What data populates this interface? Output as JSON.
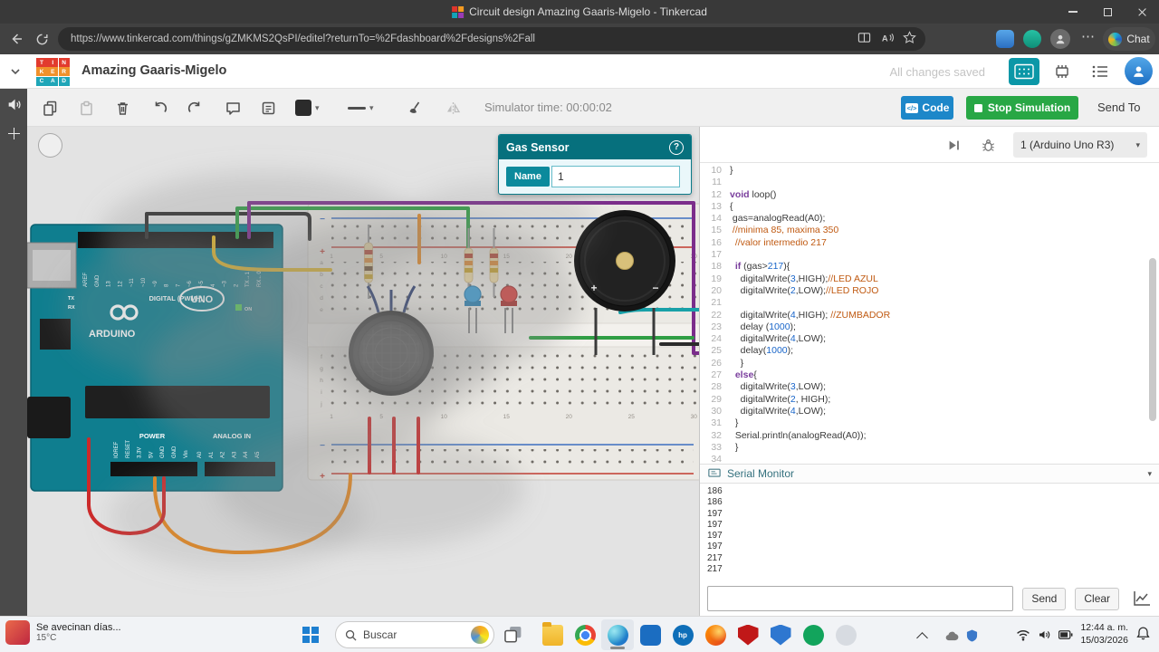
{
  "colors": {
    "accent_teal": "#0B97A7",
    "popup_teal": "#06707D",
    "stop_green": "#28A745",
    "code_blue": "#1D87C9",
    "syntax_keyword": "#7A3E9D",
    "syntax_number": "#1A66C9",
    "syntax_comment": "#C05A12",
    "board_teal": "#0F7E8F"
  },
  "window": {
    "title": "Circuit design Amazing Gaaris-Migelo - Tinkercad"
  },
  "browser": {
    "url": "https://www.tinkercad.com/things/gZMKMS2QsPI/editel?returnTo=%2Fdashboard%2Fdesigns%2Fall",
    "chat_label": "Chat"
  },
  "header": {
    "design_title": "Amazing Gaaris-Migelo",
    "save_status": "All changes saved",
    "logo_rows": [
      [
        "T",
        "I",
        "N"
      ],
      [
        "K",
        "E",
        "R"
      ],
      [
        "C",
        "A",
        "D"
      ]
    ]
  },
  "toolbar": {
    "simulator_time": "Simulator time: 00:00:02",
    "code_label": "Code",
    "code_icon": "</>",
    "stop_label": "Stop Simulation",
    "send_to_label": "Send To"
  },
  "popup": {
    "title": "Gas Sensor",
    "help_label": "?",
    "name_label": "Name",
    "name_value": "1"
  },
  "circuit": {
    "arduino": {
      "digital_label": "DIGITAL (PWM~)",
      "brand": "ARDUINO",
      "model": "UNO",
      "power_label": "POWER",
      "analog_label": "ANALOG IN",
      "on_label": "ON",
      "tx_label": "TX",
      "rx_label": "RX",
      "digital_pins": [
        "AREF",
        "GND",
        "13",
        "12",
        "~11",
        "~10",
        "~9",
        "8",
        "7",
        "~6",
        "~5",
        "4",
        "~3",
        "2",
        "TX→1",
        "RX←0"
      ],
      "power_pins": [
        "IOREF",
        "RESET",
        "3.3V",
        "5V",
        "GND",
        "GND",
        "Vin"
      ],
      "analog_pins": [
        "A0",
        "A1",
        "A2",
        "A3",
        "A4",
        "A5"
      ]
    },
    "breadboard": {
      "column_numbers": [
        "1",
        "5",
        "10",
        "15",
        "20",
        "25",
        "30"
      ],
      "row_letters_top": [
        "a",
        "b",
        "c",
        "d",
        "e"
      ],
      "row_letters_bottom": [
        "f",
        "g",
        "h",
        "i",
        "j"
      ],
      "plus": "+",
      "minus": "−"
    },
    "buzzer": {
      "plus": "+",
      "minus": "−"
    }
  },
  "code_panel": {
    "board_selector": "1 (Arduino Uno R3)",
    "serial_monitor_label": "Serial Monitor",
    "send_label": "Send",
    "clear_label": "Clear",
    "serial_values": [
      "186",
      "186",
      "197",
      "197",
      "197",
      "197",
      "217",
      "217"
    ],
    "lines": [
      {
        "n": "10",
        "t": [
          [
            "p",
            "}"
          ]
        ]
      },
      {
        "n": "11",
        "t": []
      },
      {
        "n": "12",
        "t": [
          [
            "k",
            "void"
          ],
          [
            "p",
            " loop()"
          ]
        ]
      },
      {
        "n": "13",
        "t": [
          [
            "p",
            "{"
          ]
        ]
      },
      {
        "n": "14",
        "t": [
          [
            "p",
            " gas=analogRead(A0);"
          ]
        ]
      },
      {
        "n": "15",
        "t": [
          [
            "c",
            " //minima 85, maxima 350"
          ]
        ]
      },
      {
        "n": "16",
        "t": [
          [
            "c",
            "  //valor intermedio 217"
          ]
        ]
      },
      {
        "n": "17",
        "t": []
      },
      {
        "n": "18",
        "t": [
          [
            "p",
            "  "
          ],
          [
            "k",
            "if"
          ],
          [
            "p",
            " (gas>"
          ],
          [
            "n2",
            "217"
          ],
          [
            "p",
            "){"
          ]
        ]
      },
      {
        "n": "19",
        "t": [
          [
            "p",
            "    digitalWrite("
          ],
          [
            "n2",
            "3"
          ],
          [
            "p",
            ",HIGH);"
          ],
          [
            "c",
            "//LED AZUL"
          ]
        ]
      },
      {
        "n": "20",
        "t": [
          [
            "p",
            "    digitalWrite("
          ],
          [
            "n2",
            "2"
          ],
          [
            "p",
            ",LOW);"
          ],
          [
            "c",
            "//LED ROJO"
          ]
        ]
      },
      {
        "n": "21",
        "t": []
      },
      {
        "n": "22",
        "t": [
          [
            "p",
            "    digitalWrite("
          ],
          [
            "n2",
            "4"
          ],
          [
            "p",
            ",HIGH); "
          ],
          [
            "c",
            "//ZUMBADOR"
          ]
        ]
      },
      {
        "n": "23",
        "t": [
          [
            "p",
            "    delay ("
          ],
          [
            "n2",
            "1000"
          ],
          [
            "p",
            ");"
          ]
        ]
      },
      {
        "n": "24",
        "t": [
          [
            "p",
            "    digitalWrite("
          ],
          [
            "n2",
            "4"
          ],
          [
            "p",
            ",LOW);"
          ]
        ]
      },
      {
        "n": "25",
        "t": [
          [
            "p",
            "    delay("
          ],
          [
            "n2",
            "1000"
          ],
          [
            "p",
            ");"
          ]
        ]
      },
      {
        "n": "26",
        "t": [
          [
            "p",
            "    }"
          ]
        ]
      },
      {
        "n": "27",
        "t": [
          [
            "p",
            "  "
          ],
          [
            "k",
            "else"
          ],
          [
            "p",
            "{"
          ]
        ]
      },
      {
        "n": "28",
        "t": [
          [
            "p",
            "    digitalWrite("
          ],
          [
            "n2",
            "3"
          ],
          [
            "p",
            ",LOW);"
          ]
        ]
      },
      {
        "n": "29",
        "t": [
          [
            "p",
            "    digitalWrite("
          ],
          [
            "n2",
            "2"
          ],
          [
            "p",
            ", HIGH);"
          ]
        ]
      },
      {
        "n": "30",
        "t": [
          [
            "p",
            "    digitalWrite("
          ],
          [
            "n2",
            "4"
          ],
          [
            "p",
            ",LOW);"
          ]
        ]
      },
      {
        "n": "31",
        "t": [
          [
            "p",
            "  }"
          ]
        ]
      },
      {
        "n": "32",
        "t": [
          [
            "p",
            "  Serial.println(analogRead(A0));"
          ]
        ]
      },
      {
        "n": "33",
        "t": [
          [
            "p",
            "  }"
          ]
        ]
      },
      {
        "n": "34",
        "t": []
      }
    ]
  },
  "taskbar": {
    "weather_title": "Se avecinan días...",
    "weather_temp": "15°C",
    "search_placeholder": "Buscar",
    "clock_time": "12:44 a. m.",
    "clock_date": "15/03/2026",
    "apps": [
      {
        "name": "file-explorer",
        "type": "folder",
        "color": "#F6C13D"
      },
      {
        "name": "chrome",
        "type": "chrome",
        "color": "#EA4335"
      },
      {
        "name": "edge",
        "type": "edge",
        "color": "#2FA8C9",
        "active": true
      },
      {
        "name": "outlook",
        "type": "square",
        "color": "#1B6DC1"
      },
      {
        "name": "hp",
        "type": "circle",
        "color": "#0E6EB8",
        "label": "hp"
      },
      {
        "name": "firefox",
        "type": "firefox",
        "color": "#E8652B"
      },
      {
        "name": "mcafee",
        "type": "shield",
        "color": "#C01818"
      },
      {
        "name": "security",
        "type": "shield",
        "color": "#2E77D0"
      },
      {
        "name": "webex",
        "type": "circle",
        "color": "#12A45C"
      },
      {
        "name": "paint",
        "type": "circle",
        "color": "#D7DBE1"
      }
    ]
  }
}
